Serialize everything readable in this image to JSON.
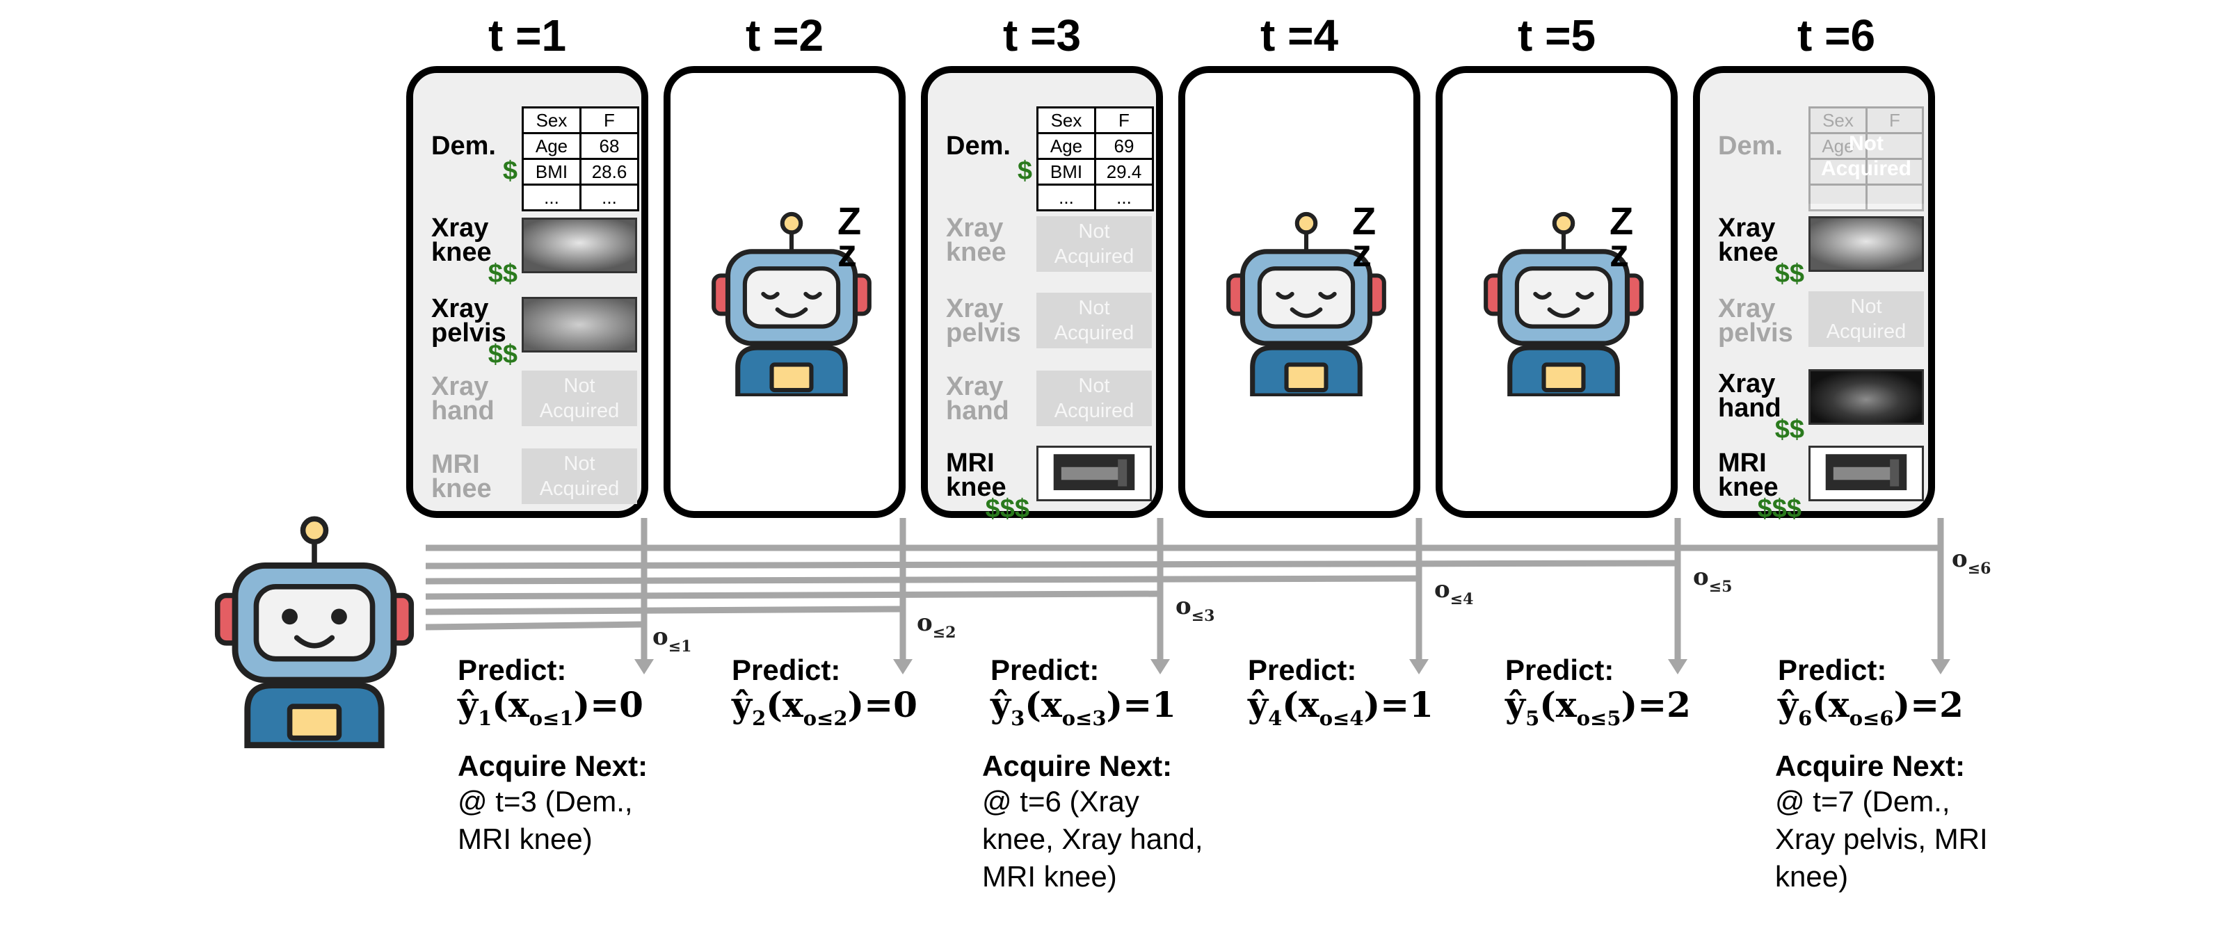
{
  "timesteps": [
    "t =1",
    "t =2",
    "t =3",
    "t =4",
    "t =5",
    "t =6"
  ],
  "dem": {
    "label": "Dem.",
    "cost": "$",
    "row_sex": "Sex",
    "sex_val": "F",
    "row_age": "Age",
    "row_bmi": "BMI",
    "ellipsis": "...",
    "t1_age": "68",
    "t1_bmi": "28.6",
    "t3_age": "69",
    "t3_bmi": "29.4"
  },
  "modalities": {
    "xray_knee": "Xray\nknee",
    "xray_pelvis": "Xray\npelvis",
    "xray_hand": "Xray\nhand",
    "mri_knee": "MRI\nknee"
  },
  "costs": {
    "xray": "$$",
    "mri": "$$$"
  },
  "not_acquired": "Not\nAcquired",
  "sleep_text": "Z\nz",
  "observations": [
    "o",
    "o",
    "o",
    "o",
    "o",
    "o"
  ],
  "obs_subscripts": [
    "≤1",
    "≤2",
    "≤3",
    "≤4",
    "≤5",
    "≤6"
  ],
  "predict_label": "Predict:",
  "predictions": [
    {
      "yhat": "ŷ",
      "idx": "1",
      "paren_x": "(x",
      "o_sub": "o≤1",
      "eq": ")=0"
    },
    {
      "yhat": "ŷ",
      "idx": "2",
      "paren_x": "(x",
      "o_sub": "o≤2",
      "eq": ")=0"
    },
    {
      "yhat": "ŷ",
      "idx": "3",
      "paren_x": "(x",
      "o_sub": "o≤3",
      "eq": ")=1"
    },
    {
      "yhat": "ŷ",
      "idx": "4",
      "paren_x": "(x",
      "o_sub": "o≤4",
      "eq": ")=1"
    },
    {
      "yhat": "ŷ",
      "idx": "5",
      "paren_x": "(x",
      "o_sub": "o≤5",
      "eq": ")=2"
    },
    {
      "yhat": "ŷ",
      "idx": "6",
      "paren_x": "(x",
      "o_sub": "o≤6",
      "eq": ")=2"
    }
  ],
  "acquire_label": "Acquire Next:",
  "acquire": [
    "@ t=3 (Dem.,\nMRI knee)",
    "@ t=6 (Xray\nknee, Xray hand,\nMRI knee)",
    "@ t=7 (Dem.,\nXray pelvis, MRI\nknee)"
  ],
  "colors": {
    "cost_green": "#2a7a1d",
    "robot_blue": "#8bb7d6",
    "robot_dark": "#3179a8",
    "robot_red": "#e45e63",
    "robot_yellow": "#fcd98a",
    "line_gray": "#a6a6a6"
  }
}
